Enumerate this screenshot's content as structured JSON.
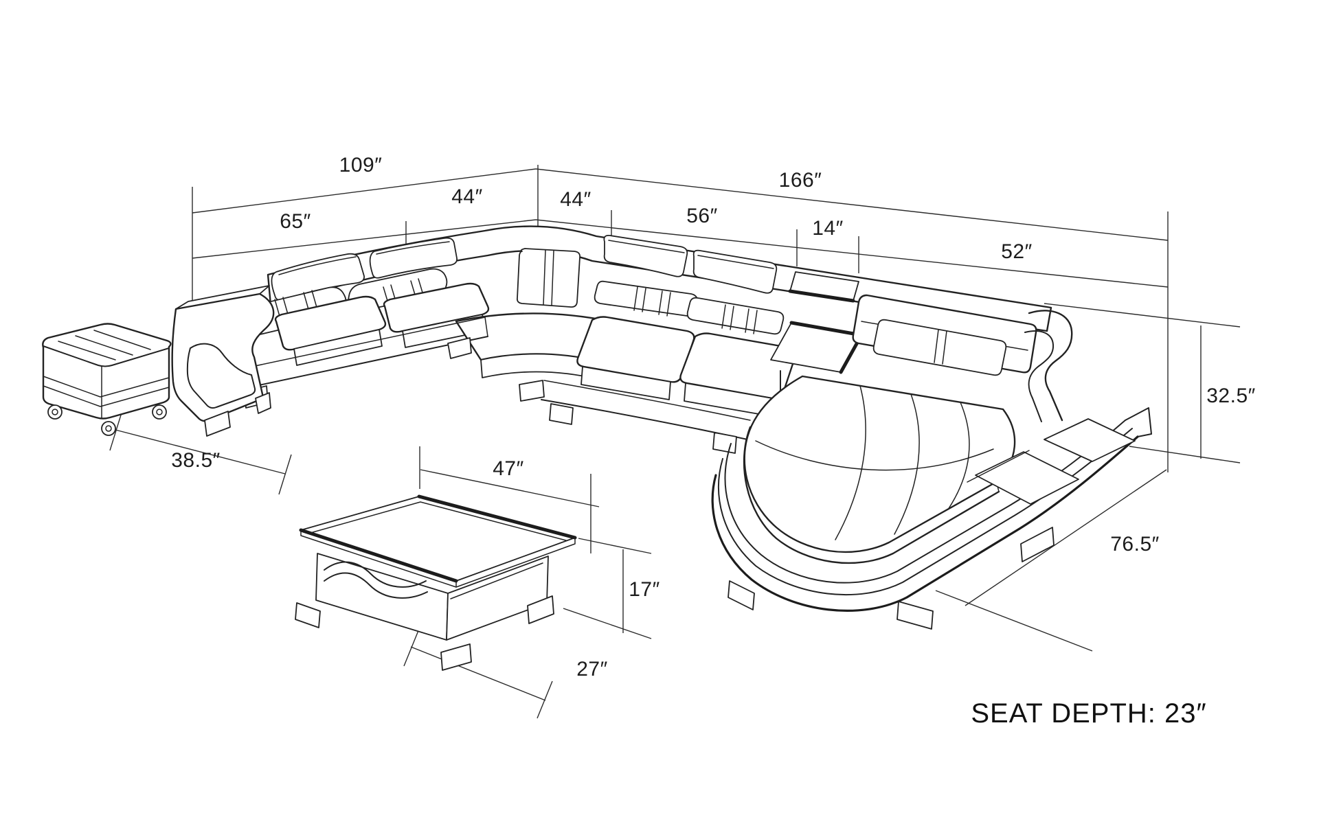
{
  "figure": {
    "type": "furniture-dimension-diagram",
    "units": "inches",
    "note": "SEAT DEPTH: 23″"
  },
  "labels": {
    "overall_left_width": "109″",
    "overall_right_width": "166″",
    "left_sofa_segment": "65″",
    "left_corner_segment": "44″",
    "right_corner_segment": "44″",
    "right_sofa_segment": "56″",
    "console_segment": "14″",
    "chaise_segment": "52″",
    "back_height": "32.5″",
    "ottoman_depth": "38.5″",
    "chaise_depth": "76.5″",
    "coffee_table_width": "47″",
    "coffee_table_height": "17″",
    "coffee_table_depth": "27″"
  },
  "colors": {
    "background": "#ffffff",
    "line": "#2b2b2b",
    "accent_dark": "#1c1c1c"
  }
}
